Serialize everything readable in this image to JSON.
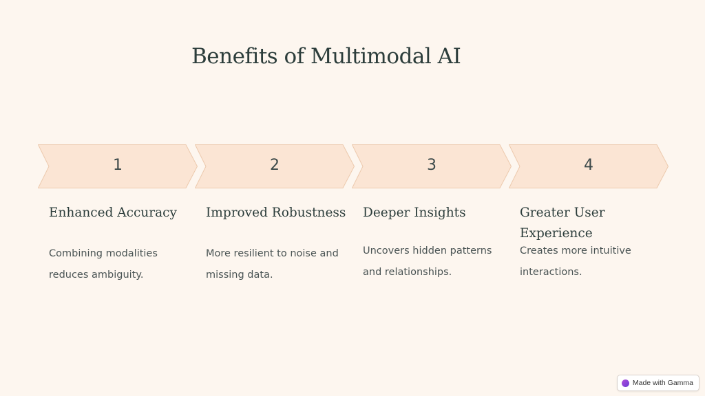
{
  "title": "Benefits of Multimodal AI",
  "colors": {
    "background": "#fdf6ef",
    "chevron_fill": "#fbe5d4",
    "chevron_stroke": "#ecc9ad",
    "heading_text": "#2c3d3b",
    "body_text": "#4a5454"
  },
  "steps": [
    {
      "number": "1",
      "heading": "Enhanced Accuracy",
      "description": "Combining modalities reduces ambiguity."
    },
    {
      "number": "2",
      "heading": "Improved Robustness",
      "description": "More resilient to noise and missing data."
    },
    {
      "number": "3",
      "heading": "Deeper Insights",
      "description": "Uncovers hidden patterns and relationships."
    },
    {
      "number": "4",
      "heading": "Greater User Experience",
      "description": "Creates more intuitive interactions."
    }
  ],
  "badge": {
    "label": "Made with Gamma",
    "icon": "gamma-logo-icon"
  }
}
